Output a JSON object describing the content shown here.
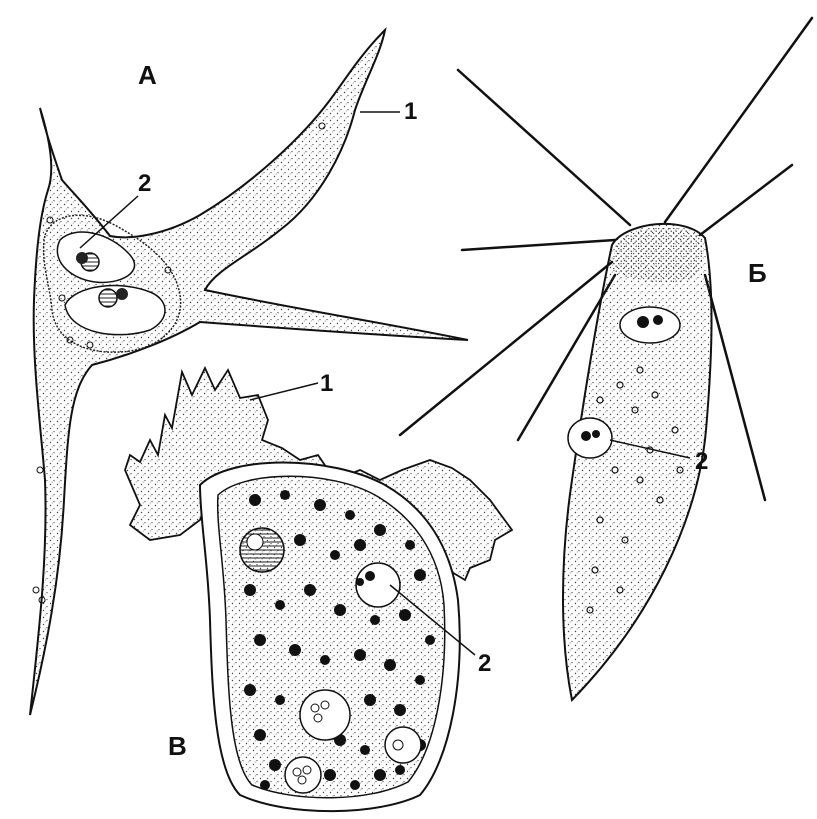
{
  "figure": {
    "panels": [
      {
        "id": "a",
        "label": "А"
      },
      {
        "id": "b",
        "label": "Б"
      },
      {
        "id": "c",
        "label": "В"
      }
    ],
    "callouts": {
      "a_pseudopod": "1",
      "a_vacuole": "2",
      "c_pseudopod": "1",
      "c_vacuole": "2",
      "b_vacuole": "2"
    },
    "colors": {
      "ink": "#111111",
      "paper": "#ffffff",
      "stipple": "#444444"
    }
  }
}
